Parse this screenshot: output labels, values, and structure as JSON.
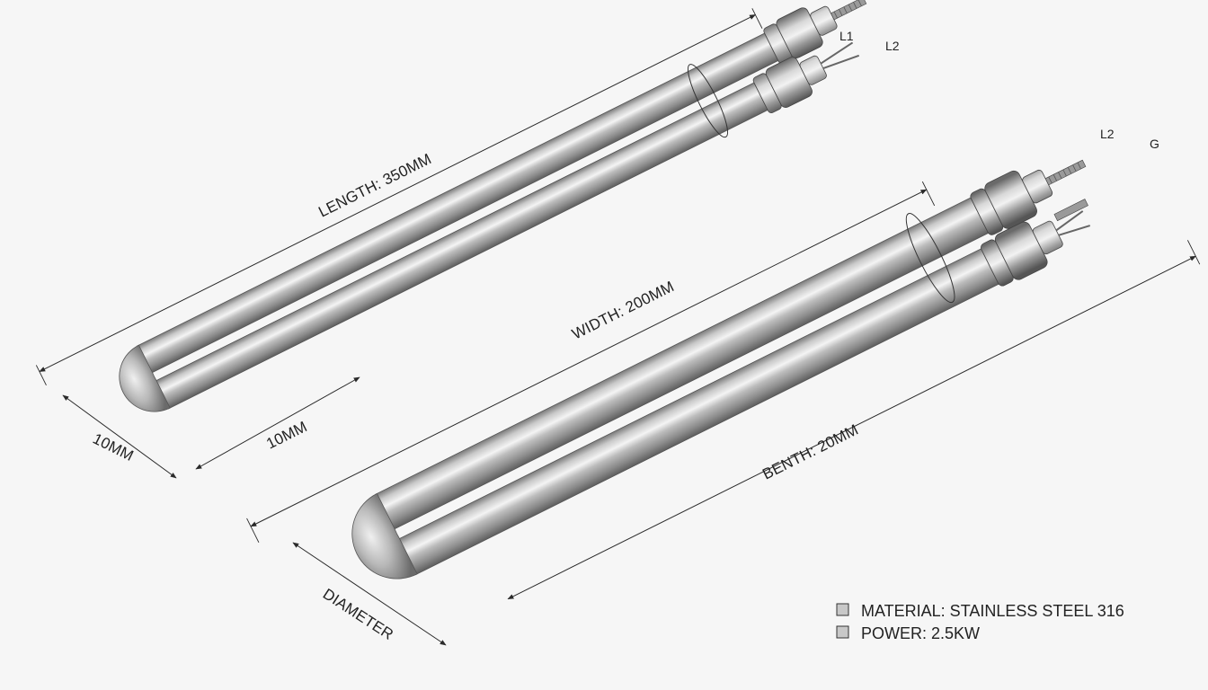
{
  "colors": {
    "background": "#f6f6f6",
    "tube_light": "#ececec",
    "tube_mid": "#b4b4b4",
    "tube_dark": "#6e6e6e",
    "line": "#2a2a2a"
  },
  "dimensions": {
    "length": "LENGTH: 350MM",
    "width": "WIDTH: 200MM",
    "bend": "BENTH: 20MM",
    "tube_width_left": "10MM",
    "tube_width_right": "10MM",
    "diameter": "DIAMETER"
  },
  "terminals": {
    "heater1_a": "L1",
    "heater1_b": "L2",
    "heater2_a": "L2",
    "heater2_b": "G"
  },
  "legend": {
    "material": "MATERIAL: STAINLESS STEEL 316",
    "power": "POWER: 2.5KW"
  }
}
